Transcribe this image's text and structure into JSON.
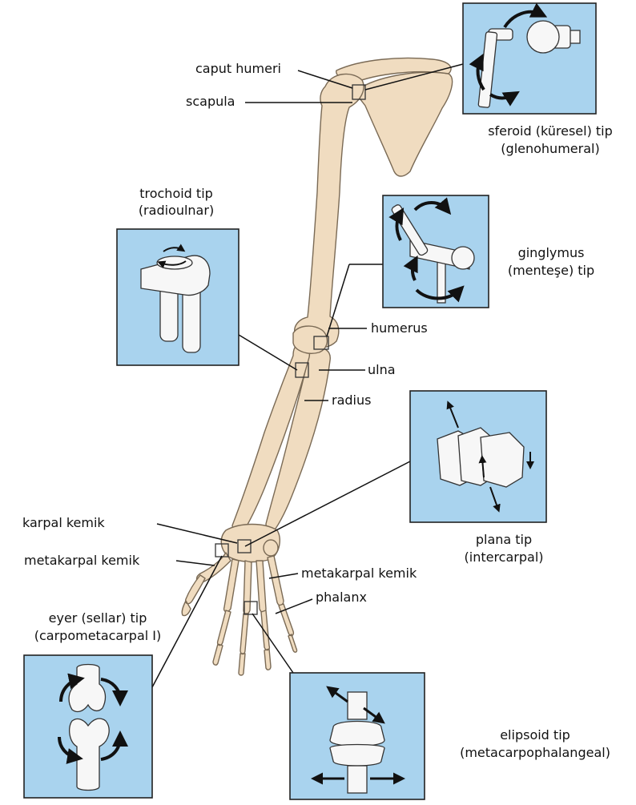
{
  "colors": {
    "bone": "#f0dcc0",
    "bone_outline": "#7a6a55",
    "panel": "#a9d3ee",
    "panel_border": "#222222",
    "leader": "#111111",
    "arrow": "#111111"
  },
  "labels": {
    "caput_humeri": "caput humeri",
    "scapula": "scapula",
    "humerus": "humerus",
    "ulna": "ulna",
    "radius": "radius",
    "karpal_kemik": "karpal kemik",
    "metakarpal_kemik_left": "metakarpal kemik",
    "metakarpal_kemik_right": "metakarpal kemik",
    "phalanx": "phalanx"
  },
  "joints": {
    "spheroid": {
      "line1": "sferoid (küresel) tip",
      "line2": "(glenohumeral)"
    },
    "trochoid": {
      "line1": "trochoid tip",
      "line2": "(radioulnar)"
    },
    "ginglymus": {
      "line1": "ginglymus",
      "line2": "(menteşe) tip"
    },
    "plana": {
      "line1": "plana tip",
      "line2": "(intercarpal)"
    },
    "sellar": {
      "line1": "eyer (sellar) tip",
      "line2": "(carpometacarpal I)"
    },
    "ellipsoid": {
      "line1": "elipsoid tip",
      "line2": "(metacarpophalangeal)"
    }
  }
}
